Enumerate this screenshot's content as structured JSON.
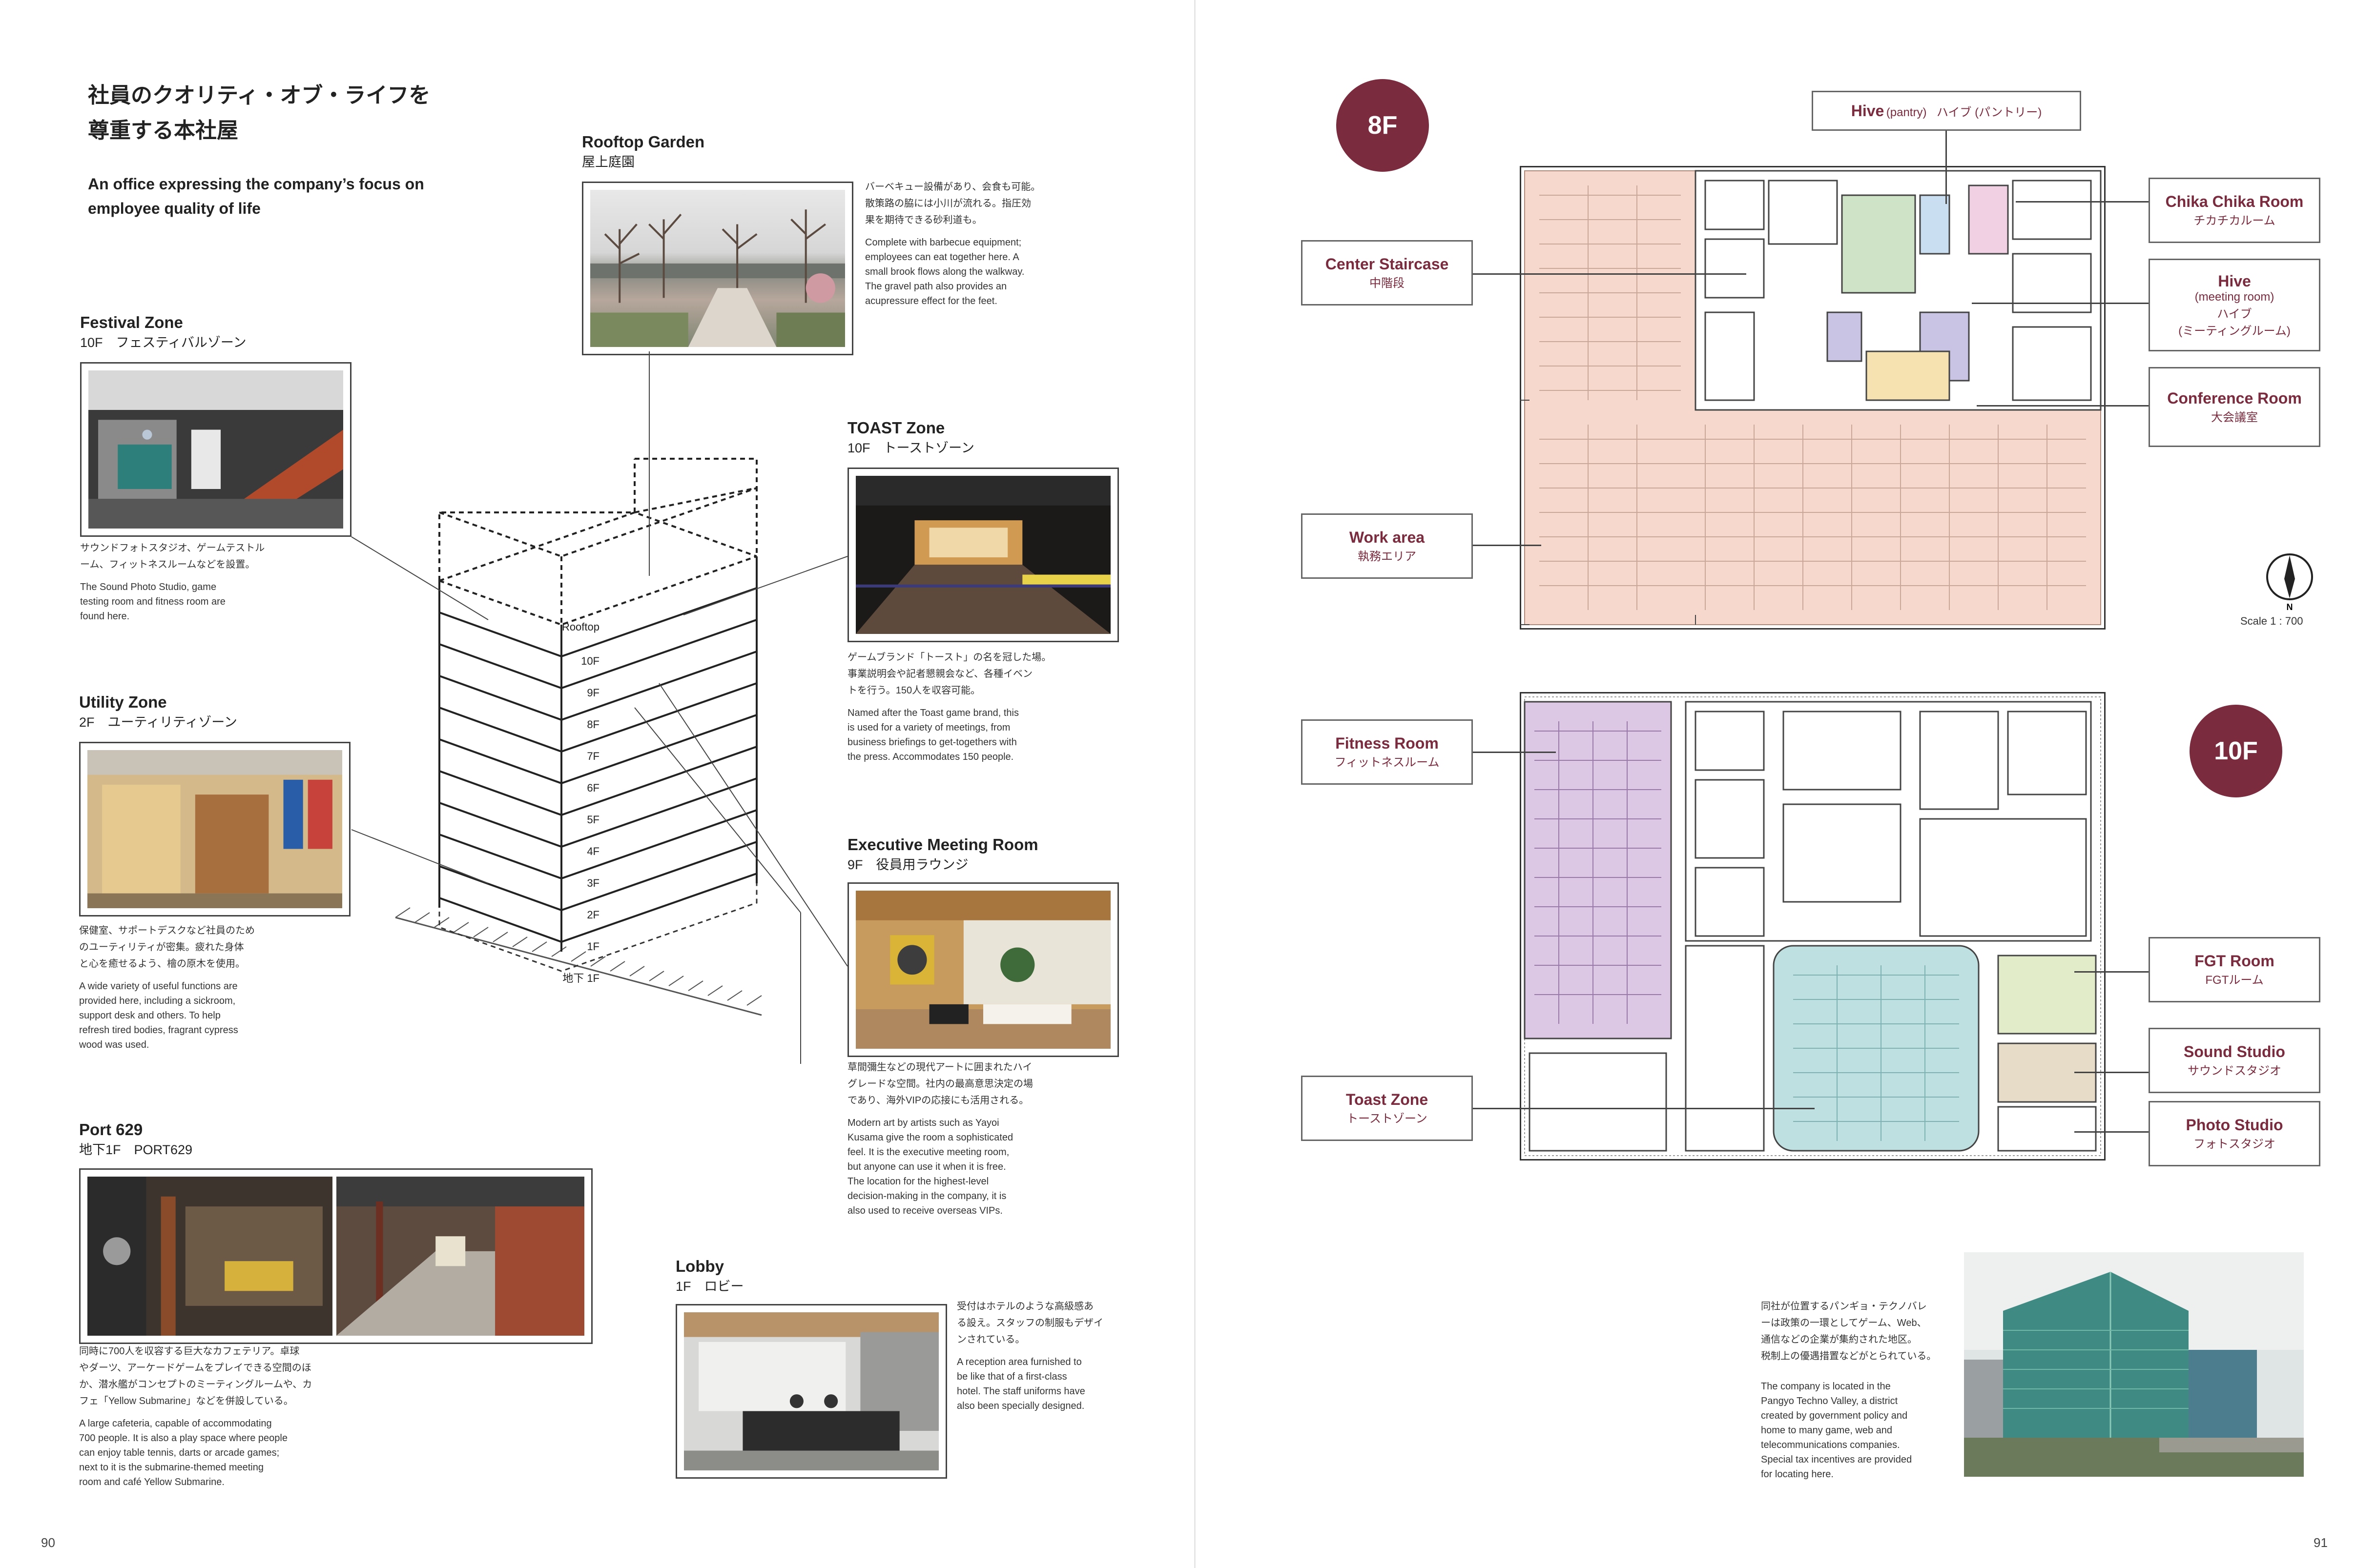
{
  "left_page": {
    "headline_line1": "社員のクオリティ・オブ・ライフを",
    "headline_line2": "尊重する本社屋",
    "subhead_line1": "An office expressing the company’s focus on",
    "subhead_line2": "employee quality of life",
    "page_number": "90",
    "rooftop": {
      "title": "Rooftop Garden",
      "sub": "屋上庭園",
      "jp": [
        "バーベキュー設備があり、会食も可能。",
        "散策路の脇には小川が流れる。指圧効",
        "果を期待できる砂利道も。"
      ],
      "en": [
        "Complete with barbecue equipment;",
        "employees can eat together here. A",
        "small brook flows along the walkway.",
        "The gravel path also provides an",
        "acupressure effect for the feet."
      ]
    },
    "festival": {
      "title": "Festival Zone",
      "sub": "10F　フェスティバルゾーン",
      "jp": [
        "サウンドフォトスタジオ、ゲームテストル",
        "ーム、フィットネスルームなどを設置。"
      ],
      "en": [
        "The Sound Photo Studio, game",
        "testing room and fitness room are",
        "found here."
      ]
    },
    "toast": {
      "title": "TOAST Zone",
      "sub": "10F　トーストゾーン",
      "jp": [
        "ゲームブランド「トースト」の名を冠した場。",
        "事業説明会や記者懇親会など、各種イベン",
        "トを行う。150人を収容可能。"
      ],
      "en": [
        "Named after the Toast game brand, this",
        "is used for a variety of meetings, from",
        "business briefings to get-togethers with",
        "the press. Accommodates 150 people."
      ]
    },
    "utility": {
      "title": "Utility Zone",
      "sub": "2F　ユーティリティゾーン",
      "jp": [
        "保健室、サポートデスクなど社員のため",
        "のユーティリティが密集。疲れた身体",
        "と心を癒せるよう、檜の原木を使用。"
      ],
      "en": [
        "A wide variety of useful functions are",
        "provided here, including a sickroom,",
        "support desk and others. To help",
        "refresh tired bodies, fragrant cypress",
        "wood was used."
      ]
    },
    "executive": {
      "title": "Executive Meeting Room",
      "sub": "9F　役員用ラウンジ",
      "jp": [
        "草間彌生などの現代アートに囲まれたハイ",
        "グレードな空間。社内の最高意思決定の場",
        "であり、海外VIPの応接にも活用される。"
      ],
      "en": [
        "Modern art by artists such as Yayoi",
        "Kusama give the room a sophisticated",
        "feel. It is the executive meeting room,",
        "but anyone can use it when it is free.",
        "The location for the highest-level",
        "decision-making in the company, it is",
        "also used to receive overseas VIPs."
      ]
    },
    "port": {
      "title": "Port 629",
      "sub": "地下1F　PORT629",
      "jp": [
        "同時に700人を収容する巨大なカフェテリア。卓球",
        "やダーツ、アーケードゲームをプレイできる空間のほ",
        "か、潜水艦がコンセプトのミーティングルームや、カ",
        "フェ「Yellow Submarine」などを併設している。"
      ],
      "en": [
        "A large cafeteria, capable of accommodating",
        "700 people. It is also a play space where people",
        "can enjoy table tennis, darts or arcade games;",
        "next to it is the  submarine-themed meeting",
        "room and café Yellow Submarine."
      ]
    },
    "lobby": {
      "title": "Lobby",
      "sub": "1F　ロビー",
      "jp": [
        "受付はホテルのような高級感あ",
        "る設え。スタッフの制服もデザイ",
        "ンされている。"
      ],
      "en": [
        "A reception area furnished to",
        "be like that of a first-class",
        "hotel. The staff uniforms have",
        "also been specially designed."
      ]
    },
    "floors": [
      "Rooftop",
      "10F",
      "9F",
      "8F",
      "7F",
      "6F",
      "5F",
      "4F",
      "3F",
      "2F",
      "1F",
      "地下 1F"
    ]
  },
  "right_page": {
    "page_number": "91",
    "badge_8f": "8F",
    "badge_10f": "10F",
    "scale_label": "Scale 1 : 700",
    "north_label": "N",
    "hive_pantry": {
      "en": "Hive",
      "en_small": "(pantry)",
      "jp": "ハイブ (パントリー)"
    },
    "chika": {
      "en": "Chika Chika Room",
      "jp": "チカチカルーム"
    },
    "center_staircase": {
      "en": "Center Staircase",
      "jp": "中階段"
    },
    "hive_meeting": {
      "en": "Hive",
      "en_small": "(meeting room)",
      "jp": "ハイブ",
      "jp2": "(ミーティングルーム)"
    },
    "conference": {
      "en": "Conference Room",
      "jp": "大会議室"
    },
    "work_area": {
      "en": "Work area",
      "jp": "執務エリア"
    },
    "fitness": {
      "en": "Fitness Room",
      "jp": "フィットネスルーム"
    },
    "fgt": {
      "en": "FGT Room",
      "jp": "FGTルーム"
    },
    "sound": {
      "en": "Sound Studio",
      "jp": "サウンドスタジオ"
    },
    "photo_studio": {
      "en": "Photo Studio",
      "jp": "フォトスタジオ"
    },
    "toast_zone": {
      "en": "Toast Zone",
      "jp": "トーストゾーン"
    },
    "pangyo": {
      "jp": [
        "同社が位置するパンギョ・テクノバレ",
        "ーは政策の一環としてゲーム、Web、",
        "通信などの企業が集約された地区。",
        "税制上の優遇措置などがとられている。"
      ],
      "en": [
        "The company is located in the",
        "Pangyo Techno Valley, a district",
        "created by government policy and",
        "home to many game, web and",
        "telecommunications companies.",
        "Special tax incentives are provided",
        "for locating here."
      ]
    }
  },
  "colors": {
    "accent": "#7a2b3e",
    "work_area": "#f6d9cc",
    "fitness": "#dcc8e4",
    "toast": "#bfe0e0",
    "hive": "#cfe3c6",
    "pantry": "#c9def0",
    "chika": "#f0d0e2",
    "meeting": "#c9c3e4",
    "conference": "#f5e2b0",
    "sound": "#e7dcc8",
    "fgt": "#e3ecc8"
  }
}
